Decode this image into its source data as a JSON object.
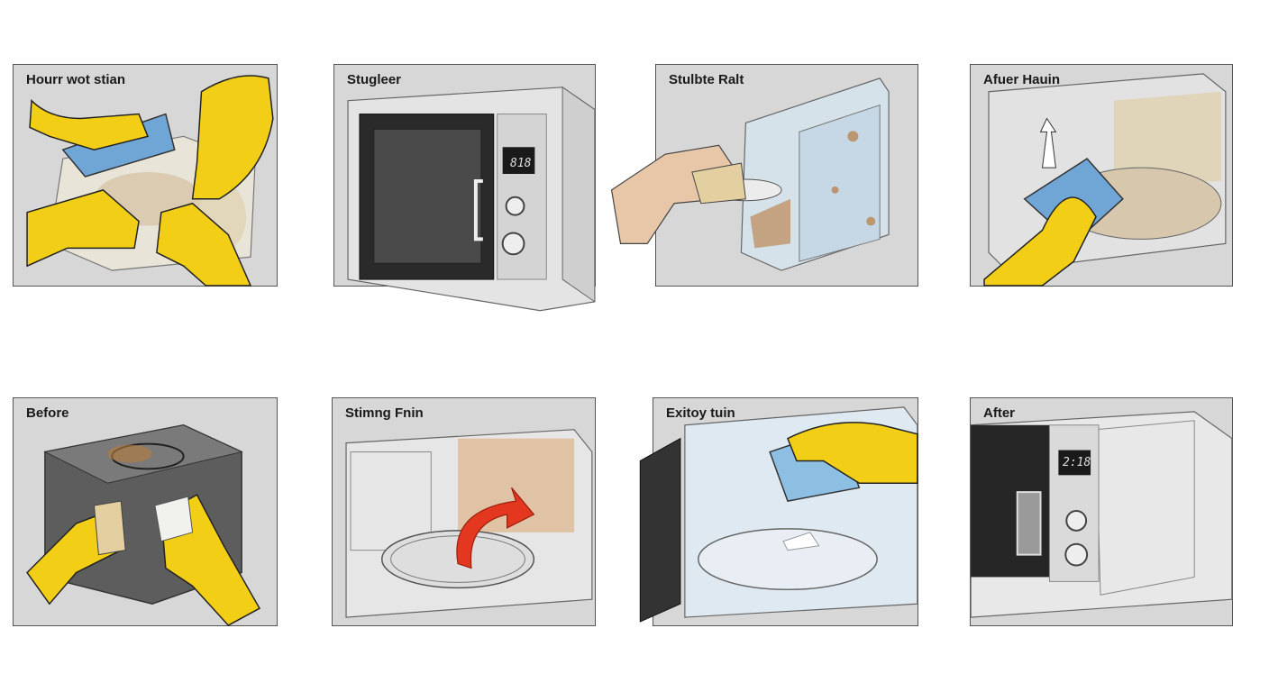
{
  "panels": [
    {
      "label": "Hourr wot stian"
    },
    {
      "label": "Stugleer",
      "display": "818"
    },
    {
      "label": "Stulbte Ralt"
    },
    {
      "label": "Afuer Hauin"
    },
    {
      "label": "Before"
    },
    {
      "label": "Stimng Fnin"
    },
    {
      "label": "Exitoy tuin"
    },
    {
      "label": "After",
      "display": "2:18"
    }
  ],
  "colors": {
    "panel_bg": "#d7d7d7",
    "glove_yellow": "#f2cf16",
    "cloth_blue": "#6fa6d6",
    "stain_brown": "#b67a3c",
    "arrow_red": "#e3371f",
    "microwave_gray": "#c9c9c9"
  },
  "icons": [
    "glove-hand-icon",
    "cloth-icon",
    "microwave-icon",
    "rotate-arrow-icon",
    "up-arrow-icon"
  ]
}
